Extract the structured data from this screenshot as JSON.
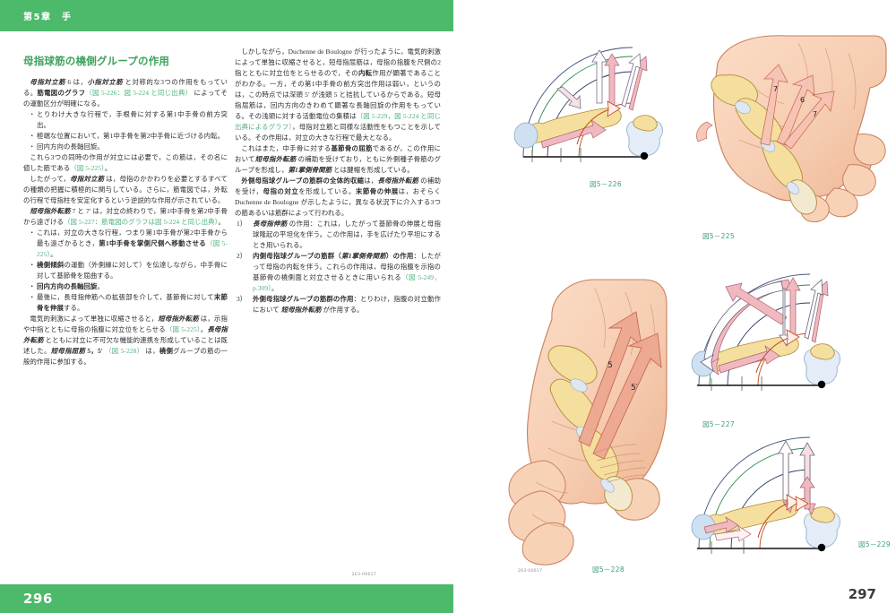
{
  "book": {
    "chapter_header": "第5章　手",
    "print_code_left": "263-00617",
    "print_code_right": "263-00617",
    "folio_left": "296",
    "folio_right": "297",
    "accent_green": "#4cb96b",
    "title_green": "#3aa35c",
    "caption_green": "#3c9e74",
    "ref_green": "#4bb37a",
    "red_accent": "#d9603d"
  },
  "left_page": {
    "section_title": "母指球筋の橈側グループの作用",
    "col1": {
      "p1_a": "母指対立筋",
      "p1_num": " 6 ",
      "p1_b": "は，",
      "p1_c": "小指対立筋",
      "p1_d": " と対称的な3つの作用をもっている。",
      "p1_e": "筋電図のグラフ",
      "p1_ref": "（図 5-226：図 5-224 と同じ出典）",
      "p1_f": " によってその運動区分が明確になる。",
      "bullets1": [
        "とりわけ大きな行程で，手根骨に対する第1中手骨の前方突出。",
        "極端な位置において，第1中手骨を第2中手骨に近づける内転。",
        "回内方向の長軸回旋。"
      ],
      "p2_a": "これら3つの同時の作用が対立には必要で，この筋は，その名に値した筋である",
      "p2_ref": "（図 5-225）",
      "p2_b": "。",
      "p3_a": "したがって，",
      "p3_b": "母指対立筋",
      "p3_c": " は，母指のかかわりを必要とするすべての種類の把握に積極的に関与している。さらに，筋電図では，外転の行程で母指柱を安定化するという逆説的な作用が示されている。",
      "p4_a": "短母指外転筋",
      "p4_num": " 7 と 7′ ",
      "p4_b": "は，対立の終わりで，第1中手骨を第2中手骨から遠ざける",
      "p4_ref": "（図 5-227：筋電図のグラフは図 5-224 と同じ出典）",
      "p4_c": "。",
      "bullets2_1_a": "これは，対立の大きな行程，つまり第1中手骨が第2中手骨から最も遠ざかるとき，",
      "bullets2_1_b": "第1中手骨を掌側尺側へ移動させる",
      "bullets2_1_ref": "（図 5-225）",
      "bullets2_1_c": "。",
      "bullets2_2_a": "橈側傾斜",
      "bullets2_2_b": "の運動（外側縁に対して）を伝達しながら，中手骨に対して基節骨を屈曲する。",
      "bullets2_3_a": "回内方向の長軸回旋",
      "bullets2_3_b": "。",
      "bullets2_4_a": "最後に，長母指伸筋への拡張部を介して，基節骨に対して",
      "bullets2_4_b": "末節骨を伸展",
      "bullets2_4_c": "する。",
      "p5_a": "電気的刺激によって単独に収縮させると，",
      "p5_b": "短母指外転筋",
      "p5_c": " は，示指や中指とともに母指の指腹に対立位をとらせる",
      "p5_ref1": "（図 5-225）",
      "p5_d": "。",
      "p5_e": "長母指外転筋",
      "p5_f": " とともに対立に不可欠な機能的連携を形成していることは既述した。",
      "p5_g": "短母指屈筋",
      "p5_num": " 5，5′ ",
      "p5_ref2": "（図 5-228）",
      "p5_h": " は，",
      "p5_i": "橈側",
      "p5_j": "グループの筋の一般的作用に参加する。"
    },
    "col2": {
      "p1_a": "しかしながら，",
      "p1_lat": "Duchenne de Boulogne",
      "p1_b": " が行ったように，電気的刺激によって単独に収縮させると，短母指屈筋は，母指の指腹を尺側の2指とともに対立位をとらせるので，その",
      "p1_c": "内転",
      "p1_d": "作用が顕著であることがわかる。一方，その第1中手骨の前方突出作用は弱い，というのは，この時点では深頭 5′ が浅頭 5 と拮抗しているからである。短母指屈筋は，回内方向のきわめて顕著な長軸回旋の作用をもっている。その浅頭に対する活動電位の集積は",
      "p1_ref": "（図 5-229，図 5-224 と同じ出典によるグラフ）",
      "p1_e": "，母指対立筋と同様な活動性をもつことを示している。その作用は，対立の大きな行程で最大となる。",
      "p2_a": "これはまた，中手骨に対する",
      "p2_b": "基節骨の屈筋",
      "p2_c": "であるが，この作用において",
      "p2_d": "短母指外転筋",
      "p2_e": " の補助を受けており，ともに外側種子骨筋のグループを形成し，",
      "p2_f": "第1掌側骨間筋",
      "p2_g": " とは腱帽を形成している。",
      "p3_a": "外側母指球グループの筋群の全体的収縮",
      "p3_b": "は，",
      "p3_c": "長母指外転筋",
      "p3_d": " の補助を受け，",
      "p3_e": "母指の対立",
      "p3_f": "を形成している。",
      "p3_g": "末節骨の伸展",
      "p3_h": "は，おそらく ",
      "p3_lat": "Duchenne de Boulogne",
      "p3_i": " が示したように，異なる状況下に介入する3つの筋あるいは筋群によって行われる。",
      "numbered": [
        {
          "a": "長母指伸筋",
          "b": " の作用：これは，したがって基節骨の伸展と母指球隆起の平坦化を伴う。この作用は，手を広げたり平坦にするとき用いられる。",
          "ref": ""
        },
        {
          "a": "内側母指球グループの筋群（",
          "a2": "第1掌側骨間筋",
          "a3": "）の作用",
          "b": "：したがって母指の内転を伴う。これらの作用は，母指の指腹を示指の基節骨の橈側面と対立させるときに用いられる",
          "ref": "（図 5-249，p.309）",
          "c": "。"
        },
        {
          "a": "外側母指球グループの筋群の作用",
          "b": "：とりわけ，指腹の対立動作において ",
          "b2": "短母指外転筋",
          "b3": " が作用する。",
          "ref": ""
        }
      ]
    }
  },
  "right_page": {
    "figures": [
      {
        "id": "fig-5-226",
        "caption": "図5－226",
        "kind": "diagram-thumb-opposition",
        "labels": []
      },
      {
        "id": "fig-5-225",
        "caption": "図5－225",
        "kind": "hand-illustration",
        "labels": [
          "7",
          "6",
          "7"
        ]
      },
      {
        "id": "fig-5-227",
        "caption": "図5－227",
        "kind": "diagram-thumb-opposition",
        "labels": []
      },
      {
        "id": "fig-5-228",
        "caption": "図5－228",
        "kind": "hand-illustration",
        "labels": [
          "5",
          "5′"
        ]
      },
      {
        "id": "fig-5-229",
        "caption": "図5－229",
        "kind": "diagram-thumb-opposition",
        "labels": []
      }
    ]
  }
}
